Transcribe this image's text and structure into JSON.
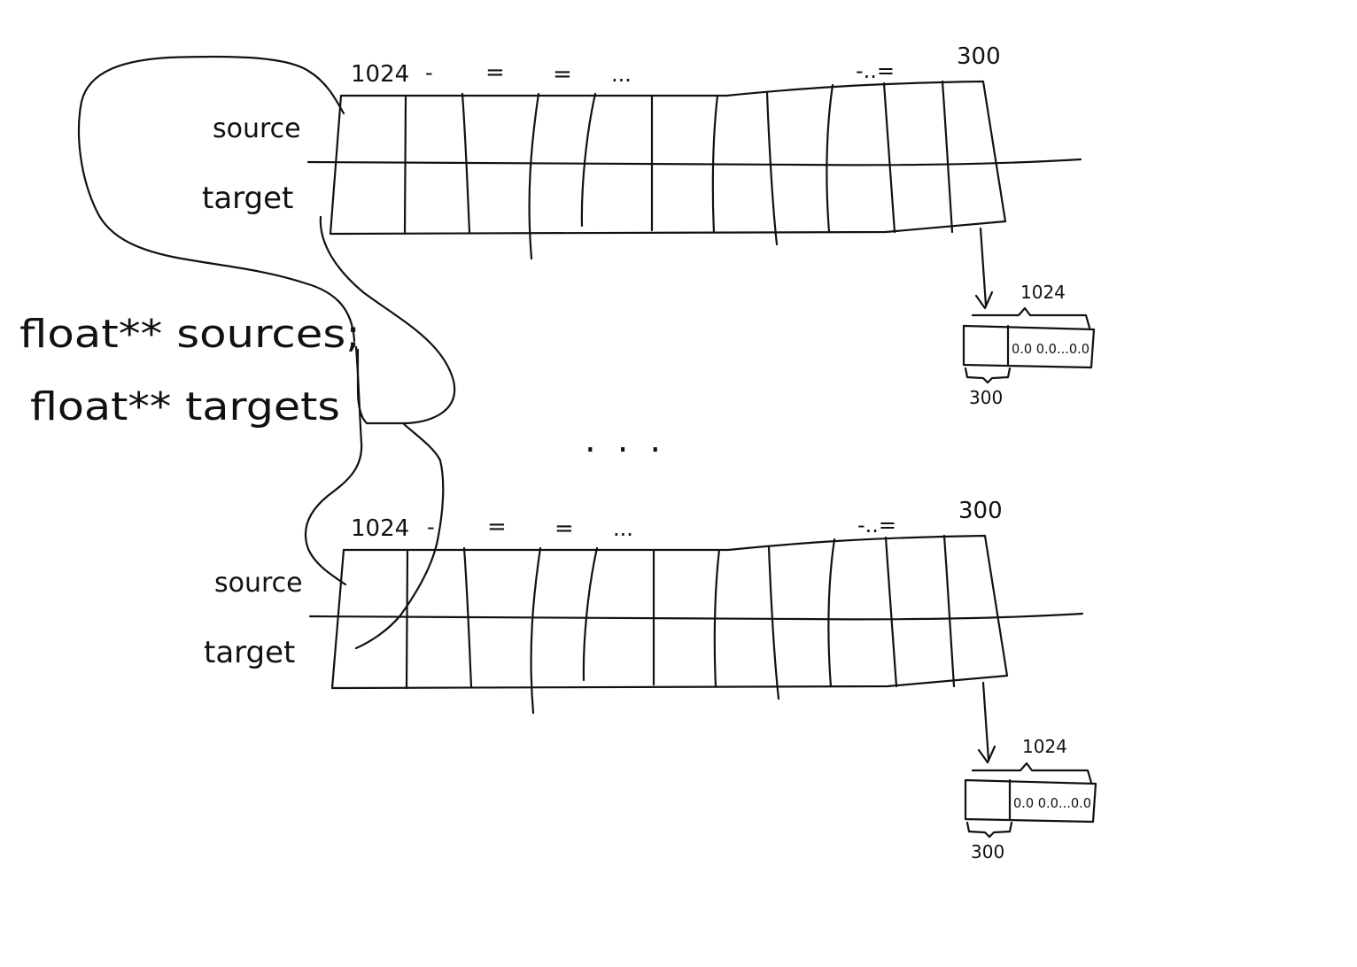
{
  "declarations": {
    "sources": "float** sources;",
    "targets": "float** targets"
  },
  "blocks": [
    {
      "source_label": "source",
      "target_label": "target",
      "top_labels": {
        "first": "1024",
        "dash": "-",
        "eq1": "=",
        "eq2": "=",
        "dots": "...",
        "tail": "-..=",
        "last": "300"
      },
      "detail": {
        "top_count": "1024",
        "values": "0.0 0.0...0.0",
        "bottom_count": "300"
      }
    },
    {
      "source_label": "source",
      "target_label": "target",
      "top_labels": {
        "first": "1024",
        "dash": "-",
        "eq1": "=",
        "eq2": "=",
        "dots": "...",
        "tail": "-..=",
        "last": "300"
      },
      "detail": {
        "top_count": "1024",
        "values": "0.0 0.0...0.0",
        "bottom_count": "300"
      }
    }
  ],
  "ellipsis": "..."
}
